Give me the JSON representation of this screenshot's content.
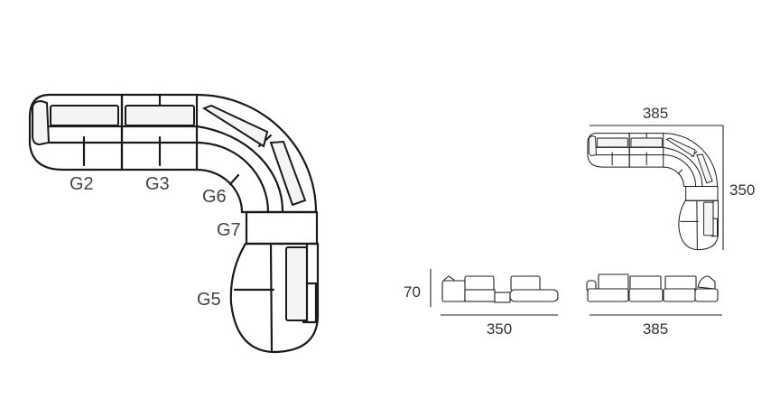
{
  "modules": {
    "g2": "G2",
    "g3": "G3",
    "g6": "G6",
    "g7": "G7",
    "g5": "G5"
  },
  "dimensions": {
    "plan_width": "385",
    "plan_depth": "350",
    "height": "70",
    "front_left_width": "350",
    "front_right_width": "385"
  },
  "colors": {
    "line": "#1a1a1a",
    "label": "#444444"
  }
}
